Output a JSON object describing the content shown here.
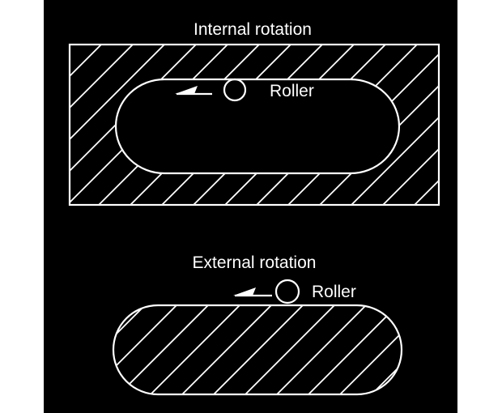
{
  "internal": {
    "title": "Internal rotation",
    "roller_label": "Roller",
    "roller_icon": "roller-circle-icon",
    "direction_icon": "arrow-left-icon"
  },
  "external": {
    "title": "External rotation",
    "roller_label": "Roller",
    "roller_icon": "roller-circle-icon",
    "direction_icon": "arrow-left-icon"
  },
  "colors": {
    "background": "#000000",
    "outer_margin": "#ffffff",
    "line": "#ffffff"
  }
}
